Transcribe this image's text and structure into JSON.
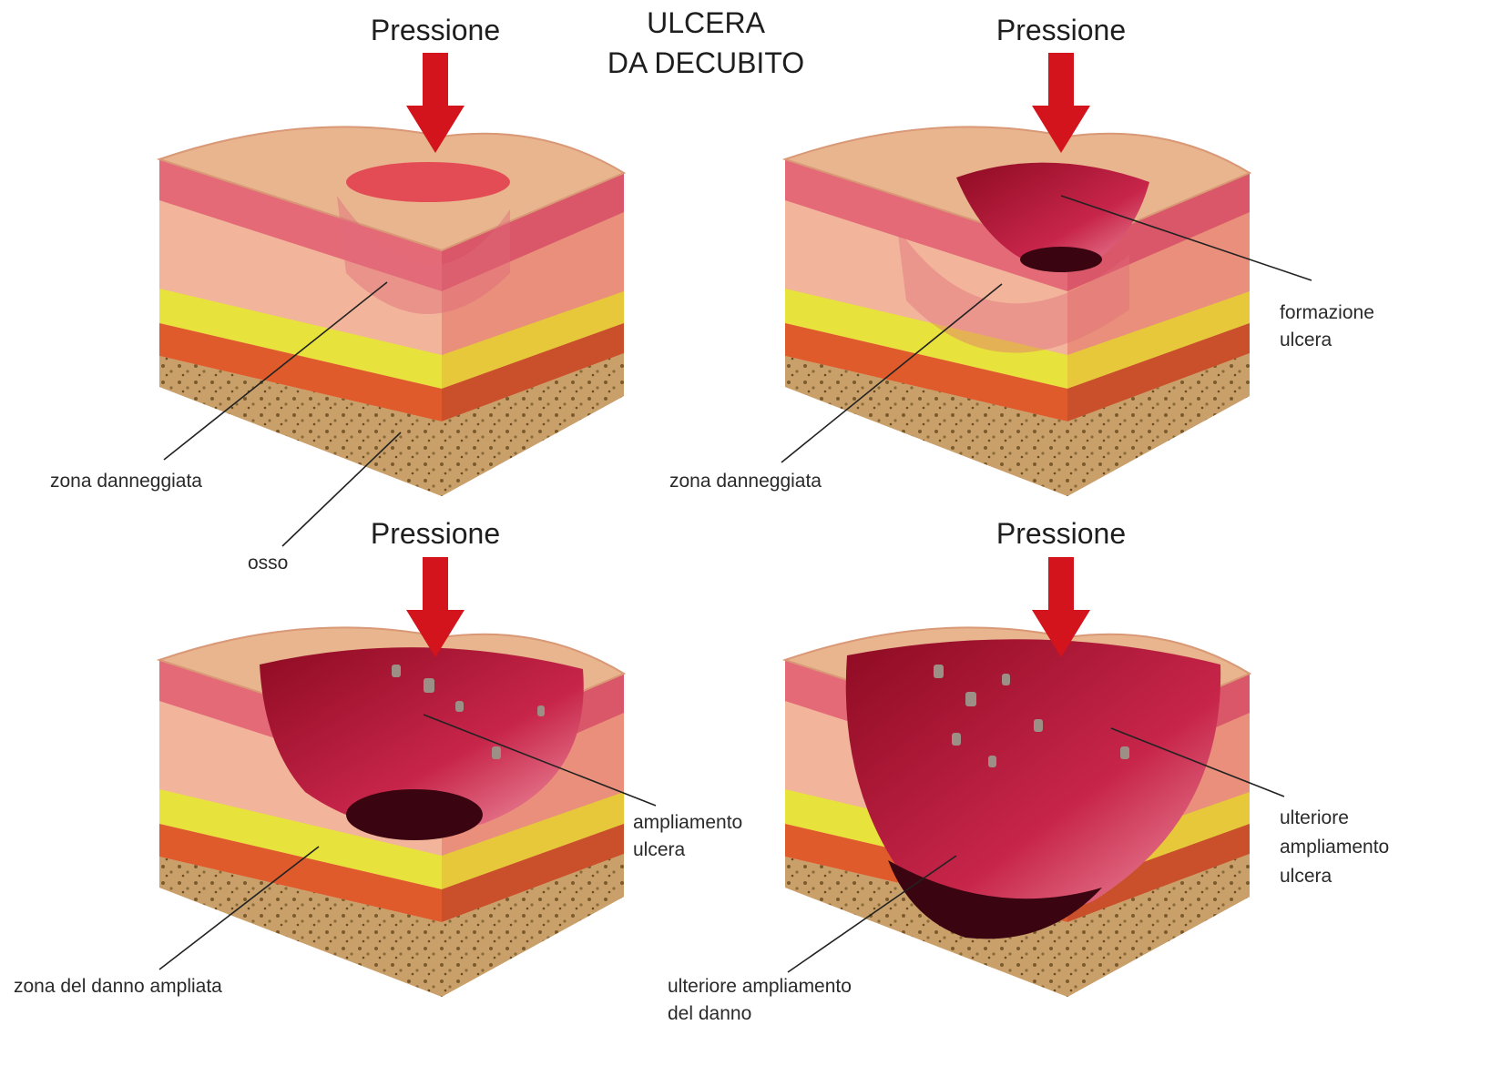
{
  "title": {
    "line1": "ULCERA",
    "line2": "DA DECUBITO"
  },
  "colors": {
    "arrow": "#d4141c",
    "epidermis": "#e46a78",
    "dermis": "#f2b49a",
    "fat": "#e8e23c",
    "muscle": "#df5b2c",
    "bone": "#c9a06a",
    "wound": "#b0102a"
  },
  "panels": [
    {
      "pressure_label": "Pressione",
      "labels": [
        "zona danneggiata",
        "osso"
      ]
    },
    {
      "pressure_label": "Pressione",
      "labels": [
        "zona danneggiata"
      ],
      "callout_lines": [
        "formazione",
        "ulcera"
      ]
    },
    {
      "pressure_label": "Pressione",
      "labels": [
        "zona del danno ampliata"
      ],
      "callout_lines": [
        "ampliamento",
        "ulcera"
      ]
    },
    {
      "pressure_label": "Pressione",
      "labels": [],
      "bottom_lines": [
        "ulteriore ampliamento",
        "del danno"
      ],
      "callout_lines": [
        "ulteriore",
        "ampliamento",
        "ulcera"
      ]
    }
  ]
}
